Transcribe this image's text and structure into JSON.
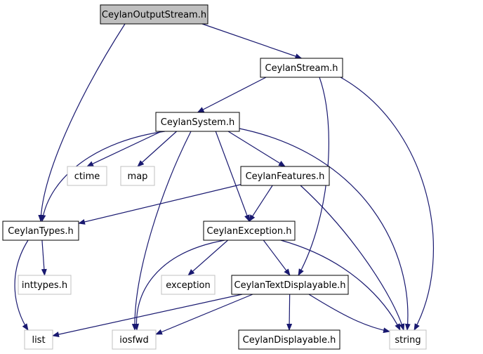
{
  "colors": {
    "edge": "#191970",
    "text": "#000000",
    "node_border": "#000000",
    "system_border": "#c0c0c0",
    "root_fill": "#bfbfbf",
    "node_fill": "#ffffff"
  },
  "nodes": [
    {
      "id": "ceylan-output-stream",
      "label": "CeylanOutputStream.h",
      "kind": "root"
    },
    {
      "id": "ceylan-stream",
      "label": "CeylanStream.h",
      "kind": "header"
    },
    {
      "id": "ceylan-system",
      "label": "CeylanSystem.h",
      "kind": "header"
    },
    {
      "id": "ctime",
      "label": "ctime",
      "kind": "system"
    },
    {
      "id": "map",
      "label": "map",
      "kind": "system"
    },
    {
      "id": "ceylan-features",
      "label": "CeylanFeatures.h",
      "kind": "header"
    },
    {
      "id": "ceylan-types",
      "label": "CeylanTypes.h",
      "kind": "header"
    },
    {
      "id": "ceylan-exception",
      "label": "CeylanException.h",
      "kind": "header"
    },
    {
      "id": "inttypes",
      "label": "inttypes.h",
      "kind": "system"
    },
    {
      "id": "exception",
      "label": "exception",
      "kind": "system"
    },
    {
      "id": "ceylan-text-displayable",
      "label": "CeylanTextDisplayable.h",
      "kind": "header"
    },
    {
      "id": "list",
      "label": "list",
      "kind": "system"
    },
    {
      "id": "iosfwd",
      "label": "iosfwd",
      "kind": "system"
    },
    {
      "id": "ceylan-displayable",
      "label": "CeylanDisplayable.h",
      "kind": "header"
    },
    {
      "id": "string",
      "label": "string",
      "kind": "system"
    }
  ],
  "edges": [
    {
      "from": "ceylan-output-stream",
      "to": "ceylan-stream"
    },
    {
      "from": "ceylan-output-stream",
      "to": "ceylan-types"
    },
    {
      "from": "ceylan-stream",
      "to": "ceylan-system"
    },
    {
      "from": "ceylan-stream",
      "to": "ceylan-text-displayable"
    },
    {
      "from": "ceylan-stream",
      "to": "string"
    },
    {
      "from": "ceylan-system",
      "to": "ceylan-types"
    },
    {
      "from": "ceylan-system",
      "to": "ctime"
    },
    {
      "from": "ceylan-system",
      "to": "map"
    },
    {
      "from": "ceylan-system",
      "to": "iosfwd"
    },
    {
      "from": "ceylan-system",
      "to": "ceylan-exception"
    },
    {
      "from": "ceylan-system",
      "to": "ceylan-features"
    },
    {
      "from": "ceylan-system",
      "to": "string"
    },
    {
      "from": "ceylan-features",
      "to": "ceylan-types"
    },
    {
      "from": "ceylan-features",
      "to": "ceylan-exception"
    },
    {
      "from": "ceylan-features",
      "to": "string"
    },
    {
      "from": "ceylan-types",
      "to": "inttypes"
    },
    {
      "from": "ceylan-types",
      "to": "list"
    },
    {
      "from": "ceylan-exception",
      "to": "iosfwd"
    },
    {
      "from": "ceylan-exception",
      "to": "exception"
    },
    {
      "from": "ceylan-exception",
      "to": "ceylan-text-displayable"
    },
    {
      "from": "ceylan-exception",
      "to": "string"
    },
    {
      "from": "ceylan-text-displayable",
      "to": "list"
    },
    {
      "from": "ceylan-text-displayable",
      "to": "iosfwd"
    },
    {
      "from": "ceylan-text-displayable",
      "to": "ceylan-displayable"
    },
    {
      "from": "ceylan-text-displayable",
      "to": "string"
    }
  ]
}
